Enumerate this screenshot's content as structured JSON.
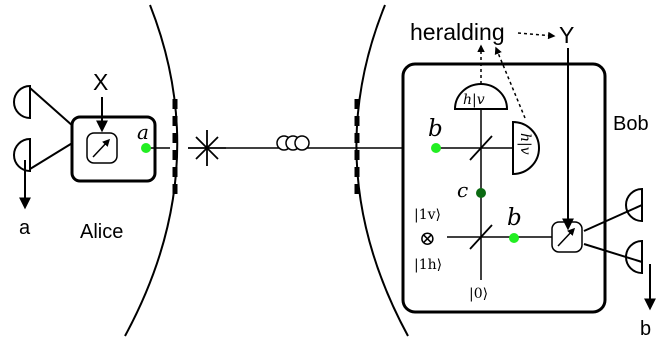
{
  "labels": {
    "x_input": "X",
    "y_input": "Y",
    "heralding": "heralding",
    "alice": "Alice",
    "bob": "Bob",
    "out_a": "a",
    "out_b": "b",
    "mode_a": "a",
    "mode_b_top": "b",
    "mode_b_bottom": "b",
    "mode_c": "c",
    "detector_hv_top": "h|v",
    "detector_hv_side": "h|v",
    "ket_1v": "|1v⟩",
    "ket_otimes": "⊗",
    "ket_1h": "|1h⟩",
    "ket_0": "|0⟩"
  },
  "colors": {
    "line": "#000000",
    "node_light_green": "#22ee22",
    "node_dark_green": "#0b6a12"
  },
  "icons": {
    "measure": "meter-arrow-icon",
    "source": "asterisk-star-icon",
    "fiber": "fiber-loop-icon",
    "detector": "half-circle-detector-icon",
    "beamsplitter": "diagonal-beamsplitter-icon"
  }
}
